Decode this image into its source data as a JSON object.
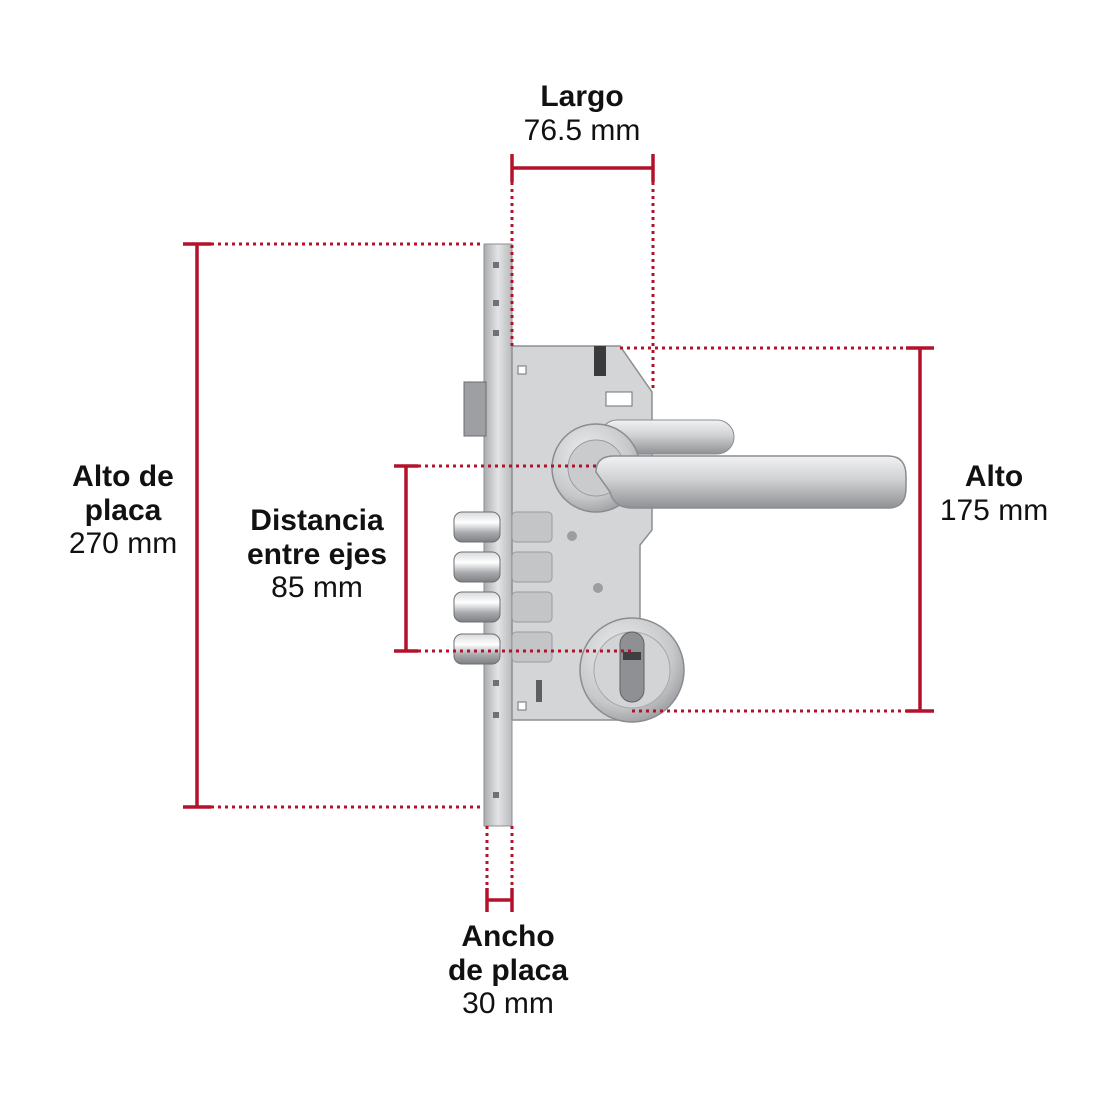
{
  "accent": "#b3122a",
  "labels": {
    "largo": {
      "title": "Largo",
      "value": "76.5 mm"
    },
    "alto_placa": {
      "title_1": "Alto de",
      "title_2": "placa",
      "value": "270 mm"
    },
    "distancia": {
      "title_1": "Distancia",
      "title_2": "entre ejes",
      "value": "85 mm"
    },
    "alto": {
      "title": "Alto",
      "value": "175 mm"
    },
    "ancho_placa": {
      "title_1": "Ancho",
      "title_2": "de placa",
      "value": "30 mm"
    }
  },
  "icons": [
    "mortise-lock-icon",
    "lever-handle-icon",
    "cylinder-rosette-icon",
    "deadbolt-icon"
  ]
}
